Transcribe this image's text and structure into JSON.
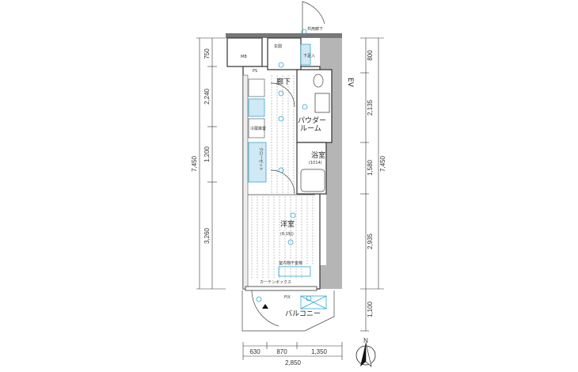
{
  "plan": {
    "labels": {
      "common_corridor": "共用廊下",
      "mb": "MB",
      "entrance": "玄関",
      "shoe_storage": "下足入",
      "ps": "PS",
      "hallway": "廊下",
      "ev": "EV",
      "powder_room_1": "パウダー",
      "powder_room_2": "ルーム",
      "bathroom": "浴室",
      "bathroom_size": "(1014)",
      "closet": "クローゼット",
      "fridge": "冷蔵庫置",
      "western_room": "洋室",
      "western_room_size": "(6.1帖)",
      "fix": "FIX",
      "balcony": "バルコニー",
      "curtain_box": "カーテンボックス",
      "drying_hardware": "室内物干金物"
    },
    "dimensions": {
      "left": [
        "750",
        "2,240",
        "1,200",
        "3,260"
      ],
      "left_total": "7,450",
      "right": [
        "800",
        "2,135",
        "1,580",
        "2,935",
        "1,100"
      ],
      "right_total": "7,450",
      "bottom": [
        "630",
        "870",
        "1,350"
      ],
      "bottom_total": "2,850"
    },
    "compass": "N"
  }
}
